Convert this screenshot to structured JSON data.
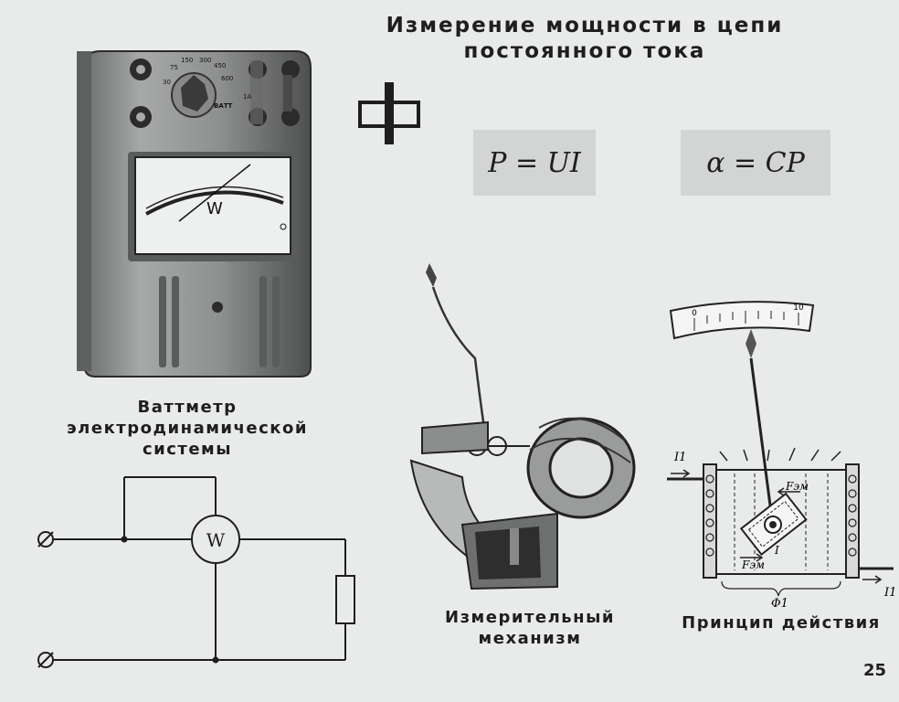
{
  "title": {
    "line1": "Измерение мощности в цепи",
    "line2": "постоянного тока"
  },
  "formulas": {
    "power": "P = UI",
    "deflection": "α = CP"
  },
  "captions": {
    "wattmeter_line1": "Ваттметр электродинамической",
    "wattmeter_line2": "системы",
    "mechanism_line1": "Измерительный",
    "mechanism_line2": "механизм",
    "principle": "Принцип действия"
  },
  "device": {
    "dial_symbol": "W",
    "range_labels": [
      "30",
      "75",
      "150",
      "300",
      "450",
      "600"
    ],
    "unit": "ВАТТ",
    "terminal_label": "1А"
  },
  "circuit": {
    "meter_symbol": "W"
  },
  "principle_diagram": {
    "scale_start": "0",
    "scale_end": "10",
    "current_in": "I1",
    "current_out": "I1",
    "force_label": "Fэм",
    "flux_label": "Φ1",
    "moving_current": "I"
  },
  "page_number": "25"
}
